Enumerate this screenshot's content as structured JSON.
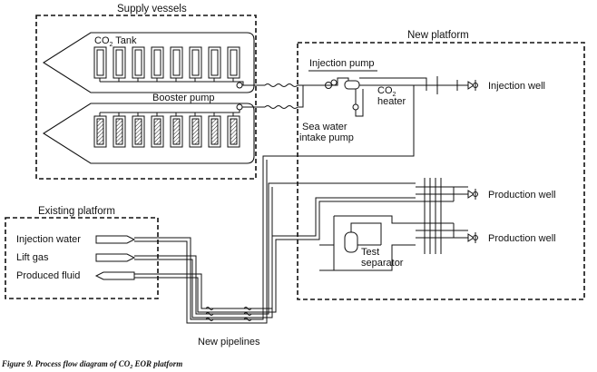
{
  "groups": {
    "supply": "Supply vessels",
    "new_platform": "New platform",
    "existing": "Existing platform"
  },
  "labels": {
    "co2_tank_main": "CO",
    "co2_tank_sub": "2",
    "co2_tank_rest": " Tank",
    "booster_pump": "Booster pump",
    "injection_pump": "Injection pump",
    "co2_heater_main": "CO",
    "co2_heater_sub": "2",
    "heater": "heater",
    "sea_water": "Sea water",
    "intake_pump": "intake pump",
    "injection_well": "Injection well",
    "production_well_1": "Production well",
    "production_well_2": "Production well",
    "test": "Test",
    "separator": "separator",
    "injection_water": "Injection water",
    "lift_gas": "Lift gas",
    "produced_fluid": "Produced fluid",
    "new_pipelines": "New pipelines"
  },
  "caption": {
    "prefix": "Figure 9. Process flow diagram of CO",
    "sub": "2",
    "suffix": " EOR platform"
  }
}
